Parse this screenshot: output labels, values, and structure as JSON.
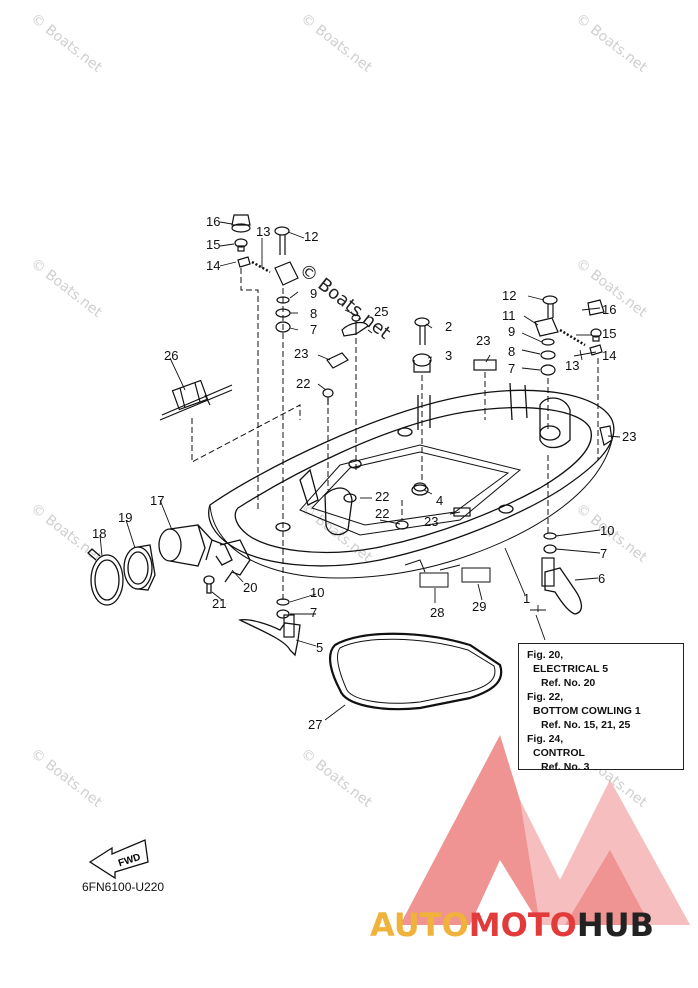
{
  "diagram": {
    "callouts": [
      {
        "label": "1"
      },
      {
        "label": "2"
      },
      {
        "label": "3"
      },
      {
        "label": "4"
      },
      {
        "label": "5"
      },
      {
        "label": "6"
      },
      {
        "label": "7"
      },
      {
        "label": "7"
      },
      {
        "label": "7"
      },
      {
        "label": "7"
      },
      {
        "label": "8"
      },
      {
        "label": "8"
      },
      {
        "label": "9"
      },
      {
        "label": "9"
      },
      {
        "label": "10"
      },
      {
        "label": "10"
      },
      {
        "label": "11"
      },
      {
        "label": "12"
      },
      {
        "label": "12"
      },
      {
        "label": "13"
      },
      {
        "label": "13"
      },
      {
        "label": "14"
      },
      {
        "label": "14"
      },
      {
        "label": "15"
      },
      {
        "label": "15"
      },
      {
        "label": "16"
      },
      {
        "label": "16"
      },
      {
        "label": "17"
      },
      {
        "label": "18"
      },
      {
        "label": "19"
      },
      {
        "label": "20"
      },
      {
        "label": "21"
      },
      {
        "label": "22"
      },
      {
        "label": "22"
      },
      {
        "label": "22"
      },
      {
        "label": "23"
      },
      {
        "label": "23"
      },
      {
        "label": "23"
      },
      {
        "label": "23"
      },
      {
        "label": "25"
      },
      {
        "label": "26"
      },
      {
        "label": "27"
      },
      {
        "label": "28"
      },
      {
        "label": "29"
      }
    ],
    "reference_box": [
      "Fig. 20,",
      "ELECTRICAL 5",
      "Ref. No. 20",
      "Fig. 22,",
      "BOTTOM COWLING 1",
      "Ref. No. 15, 21, 25",
      "Fig. 24,",
      "CONTROL",
      "Ref. No. 3"
    ],
    "fwd_label": "FWD",
    "part_code": "6FN6100-U220"
  },
  "watermark": {
    "text": "© Boats.net",
    "large_text": "© Boats.net"
  },
  "brand": {
    "part1": "AUTO",
    "part2": "MOTO",
    "part3": "HUB",
    "colors": {
      "auto": "#f0b23a",
      "moto": "#e23b3b",
      "hub": "#222222",
      "triangle": "#e23b3b"
    }
  }
}
